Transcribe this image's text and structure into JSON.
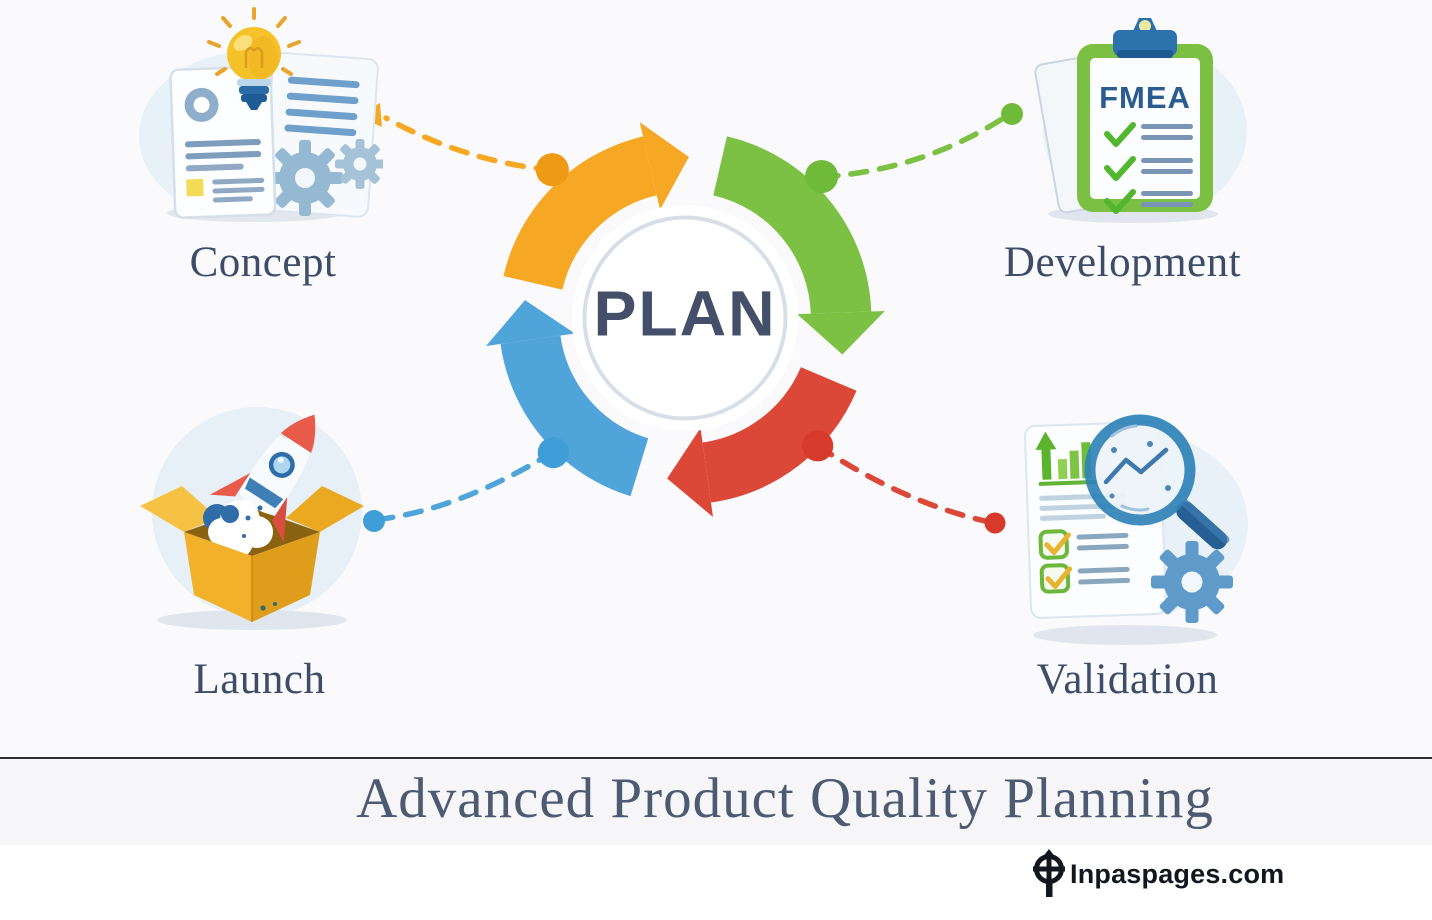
{
  "title": "Advanced Product Quality Planning",
  "watermark": {
    "text": "Inpaspages.com"
  },
  "cycle": {
    "center_label": "PLAN",
    "stages": [
      {
        "name": "Concept",
        "position": "top-left",
        "color": "#F6A723",
        "dot_color": "#EF9A15",
        "icon": "idea-documents"
      },
      {
        "name": "Development",
        "position": "top-right",
        "color": "#7CC143",
        "dot_color": "#6FBA39",
        "icon": "fmea-clipboard"
      },
      {
        "name": "Validation",
        "position": "bottom-right",
        "color": "#DC4837",
        "dot_color": "#D63A2A",
        "icon": "report-magnifier"
      },
      {
        "name": "Launch",
        "position": "bottom-left",
        "color": "#4FA4DA",
        "dot_color": "#3F9ED8",
        "icon": "rocket-box"
      }
    ]
  },
  "icon_text": {
    "development_clipboard": "FMEA"
  },
  "colors": {
    "background": "#FAFAFC",
    "footer_band": "#F6F6F9",
    "divider": "#2E2E2E",
    "center_text": "#44506A",
    "inner_ring_stroke": "#D8DEE8",
    "label_text": "#3D4D68",
    "title_text": "#4C5B72",
    "watermark_text": "#14161F",
    "icon_blob": "#E9F1F8",
    "clipboard_green": "#7CC043",
    "clip_blue": "#2C72AC",
    "fmea_text": "#2A5C8F",
    "bulb_yellow": "#F6C22A",
    "rocket_red": "#E85A49",
    "gear_blue": "#5E9BCB"
  }
}
